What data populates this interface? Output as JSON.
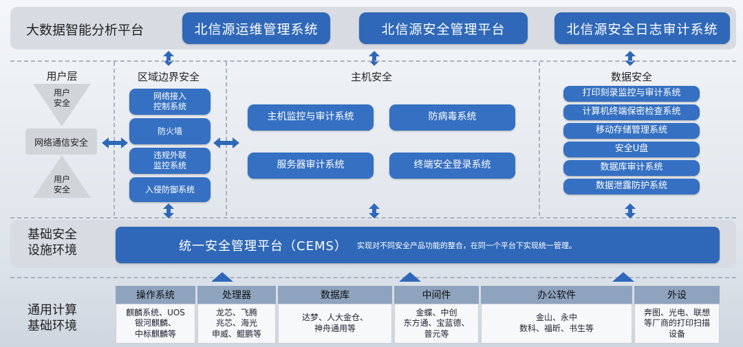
{
  "top": {
    "platform_title": "大数据智能分析平台",
    "pills": [
      "北信源运维管理系统",
      "北信源安全管理平台",
      "北信源安全日志审计系统"
    ]
  },
  "user_layer": {
    "title": "用户层",
    "top_triangle": "用户\n安全",
    "network": "网络通信安全",
    "bottom_triangle": "用户\n安全"
  },
  "region": {
    "title": "区域边界安全",
    "items": [
      "网络接入\n控制系统",
      "防火墙",
      "违规外联\n监控系统",
      "入侵防御系统"
    ]
  },
  "host": {
    "title": "主机安全",
    "items": [
      "主机监控与审计系统",
      "防病毒系统",
      "服务器审计系统",
      "终端安全登录系统"
    ]
  },
  "data_security": {
    "title": "数据安全",
    "items": [
      "打印刻录监控与审计系统",
      "计算机终端保密检查系统",
      "移动存储管理系统",
      "安全U盘",
      "数据库审计系统",
      "数据泄露防护系统"
    ]
  },
  "infra": {
    "label": "基础安全\n设施环境",
    "cems_title": "统一安全管理平台（CEMS）",
    "cems_desc": "实现对不同安全产品功能的整合，在同一个平台下实现统一管理。"
  },
  "computing": {
    "label": "通用计算\n基础环境",
    "columns": [
      {
        "head": "操作系统",
        "body": "麒麟系统、UOS\n银河麒麟、\n中标麒麟等"
      },
      {
        "head": "处理器",
        "body": "龙芯、飞腾\n兆芯、海光\n申威、鲲鹏等"
      },
      {
        "head": "数据库",
        "body": "达梦、人大金仓、\n神舟通用等"
      },
      {
        "head": "中间件",
        "body": "金蝶、中创\n东方通、宝蓝德、\n普元等"
      },
      {
        "head": "办公软件",
        "body": "金山、永中\n数科、福昕、书生等"
      },
      {
        "head": "外设",
        "body": "奔图、光电、联想\n等厂商的打印扫描\n设备"
      }
    ]
  },
  "colors": {
    "primary": "#2f68b8",
    "button": "#3570c2",
    "header_gray": "#8ea3be"
  }
}
